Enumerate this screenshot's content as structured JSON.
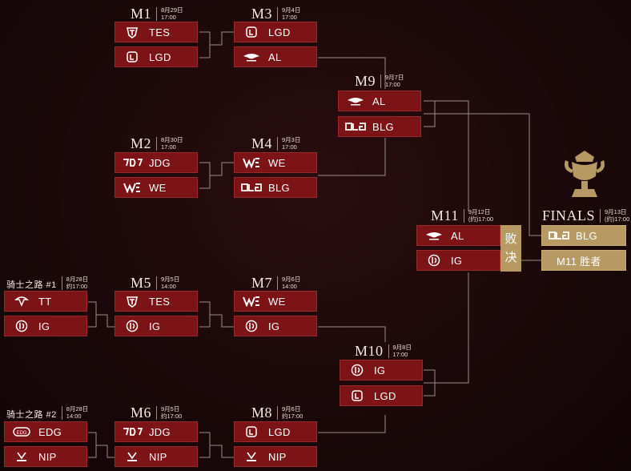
{
  "matches": {
    "m1": {
      "code": "M1",
      "date": "8月29日",
      "time": "17:00",
      "teams": [
        "TES",
        "LGD"
      ]
    },
    "m2": {
      "code": "M2",
      "date": "8月30日",
      "time": "17:00",
      "teams": [
        "JDG",
        "WE"
      ]
    },
    "m3": {
      "code": "M3",
      "date": "9月4日",
      "time": "17:00",
      "teams": [
        "LGD",
        "AL"
      ]
    },
    "m4": {
      "code": "M4",
      "date": "9月3日",
      "time": "17:00",
      "teams": [
        "WE",
        "BLG"
      ]
    },
    "m5": {
      "code": "M5",
      "date": "9月5日",
      "time": "14:00",
      "teams": [
        "TES",
        "IG"
      ]
    },
    "m6": {
      "code": "M6",
      "date": "9月5日",
      "time": "约17:00",
      "teams": [
        "JDG",
        "NIP"
      ]
    },
    "m7": {
      "code": "M7",
      "date": "9月6日",
      "time": "14:00",
      "teams": [
        "WE",
        "IG"
      ]
    },
    "m8": {
      "code": "M8",
      "date": "9月6日",
      "time": "约17:00",
      "teams": [
        "LGD",
        "NIP"
      ]
    },
    "m9": {
      "code": "M9",
      "date": "9月7日",
      "time": "17:00",
      "teams": [
        "AL",
        "BLG"
      ]
    },
    "m10": {
      "code": "M10",
      "date": "9月8日",
      "time": "17:00",
      "teams": [
        "IG",
        "LGD"
      ]
    },
    "m11": {
      "code": "M11",
      "date": "9月12日",
      "time": "(约)17:00",
      "teams": [
        "AL",
        "IG"
      ],
      "loser_label_1": "败",
      "loser_label_2": "决"
    },
    "q1": {
      "code": "骑士之路 #1",
      "date": "8月28日",
      "time": "约17:00",
      "teams": [
        "TT",
        "IG"
      ]
    },
    "q2": {
      "code": "骑士之路 #2",
      "date": "8月28日",
      "time": "14:00",
      "teams": [
        "EDG",
        "NIP"
      ]
    },
    "finals": {
      "code": "FINALS",
      "date": "9月13日",
      "time": "(约)17:00",
      "teams": [
        "BLG",
        "M11 胜者"
      ]
    }
  },
  "colors": {
    "slot": "#7c1417",
    "gold": "#b79a63",
    "line": "#9a8c8a",
    "background": "#1d0a0b"
  },
  "icons": [
    "tes-logo",
    "lgd-logo",
    "al-logo",
    "blg-logo",
    "jdg-logo",
    "we-logo",
    "ig-logo",
    "tt-logo",
    "edg-logo",
    "nip-logo",
    "trophy-icon",
    "crest-icon"
  ]
}
